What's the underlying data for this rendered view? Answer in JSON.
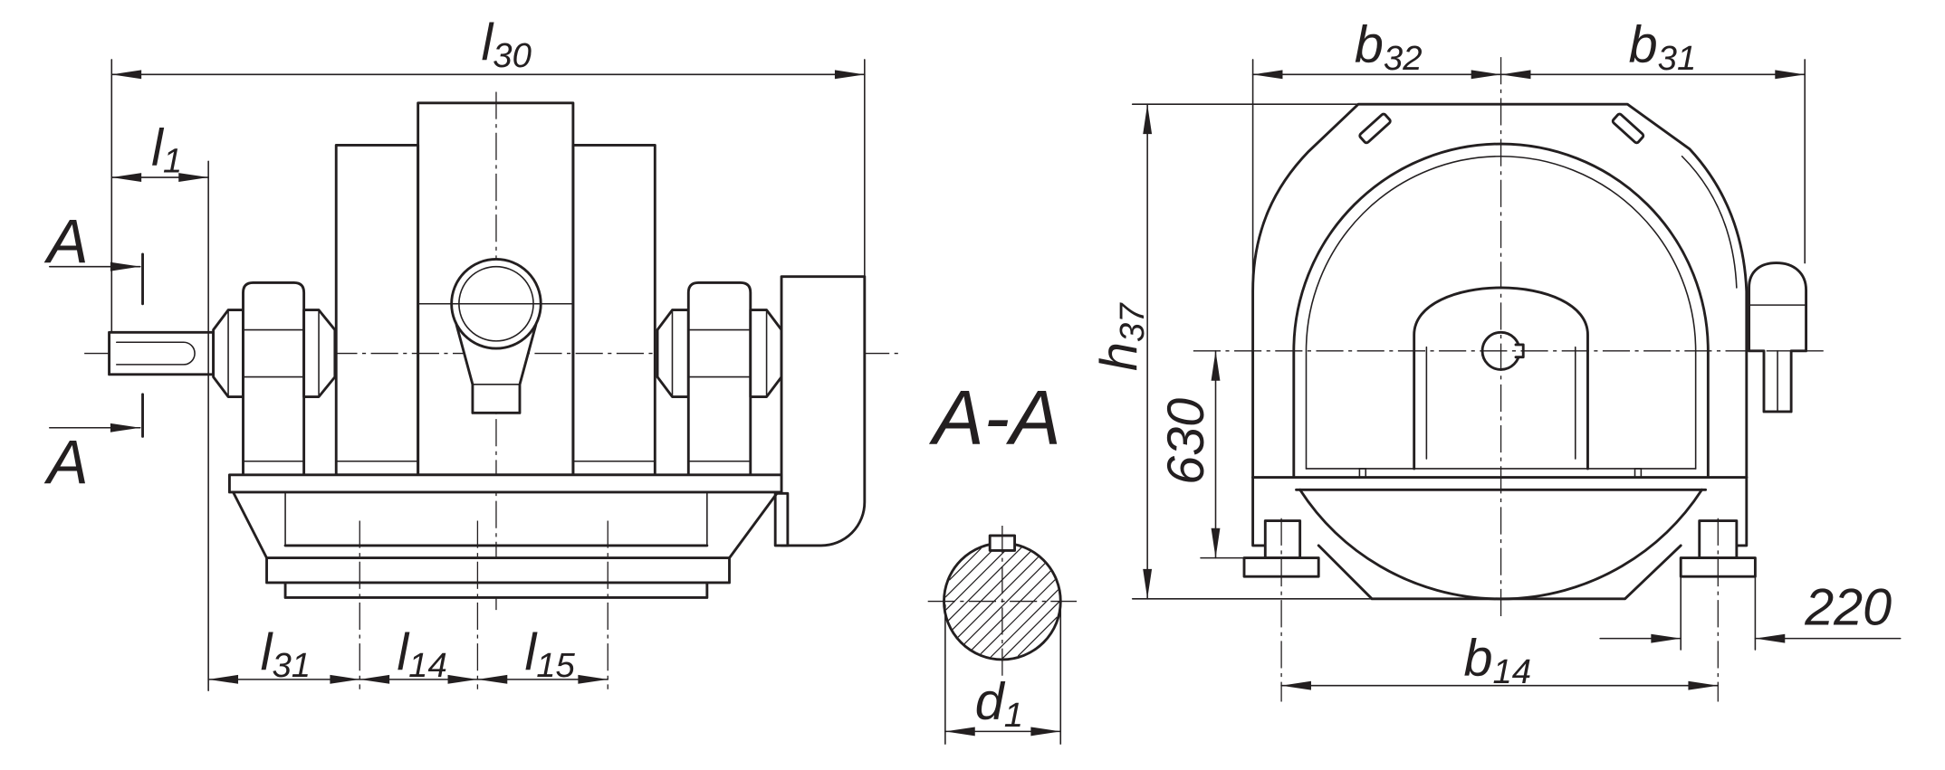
{
  "colors": {
    "line": "#231f20",
    "background": "#ffffff"
  },
  "labels": {
    "l30": {
      "base": "l",
      "sub": "30"
    },
    "l1": {
      "base": "l",
      "sub": "1"
    },
    "section_arrow_top": "A",
    "section_arrow_bottom": "A",
    "section_title": "A-A",
    "l31": {
      "base": "l",
      "sub": "31"
    },
    "l14": {
      "base": "l",
      "sub": "14"
    },
    "l15": {
      "base": "l",
      "sub": "15"
    },
    "d1": {
      "base": "d",
      "sub": "1"
    },
    "b32": {
      "base": "b",
      "sub": "32"
    },
    "b31": {
      "base": "b",
      "sub": "31"
    },
    "h37": {
      "base": "h",
      "sub": "37"
    },
    "dim_630": "630",
    "dim_220": "220",
    "b14": {
      "base": "b",
      "sub": "14"
    }
  }
}
